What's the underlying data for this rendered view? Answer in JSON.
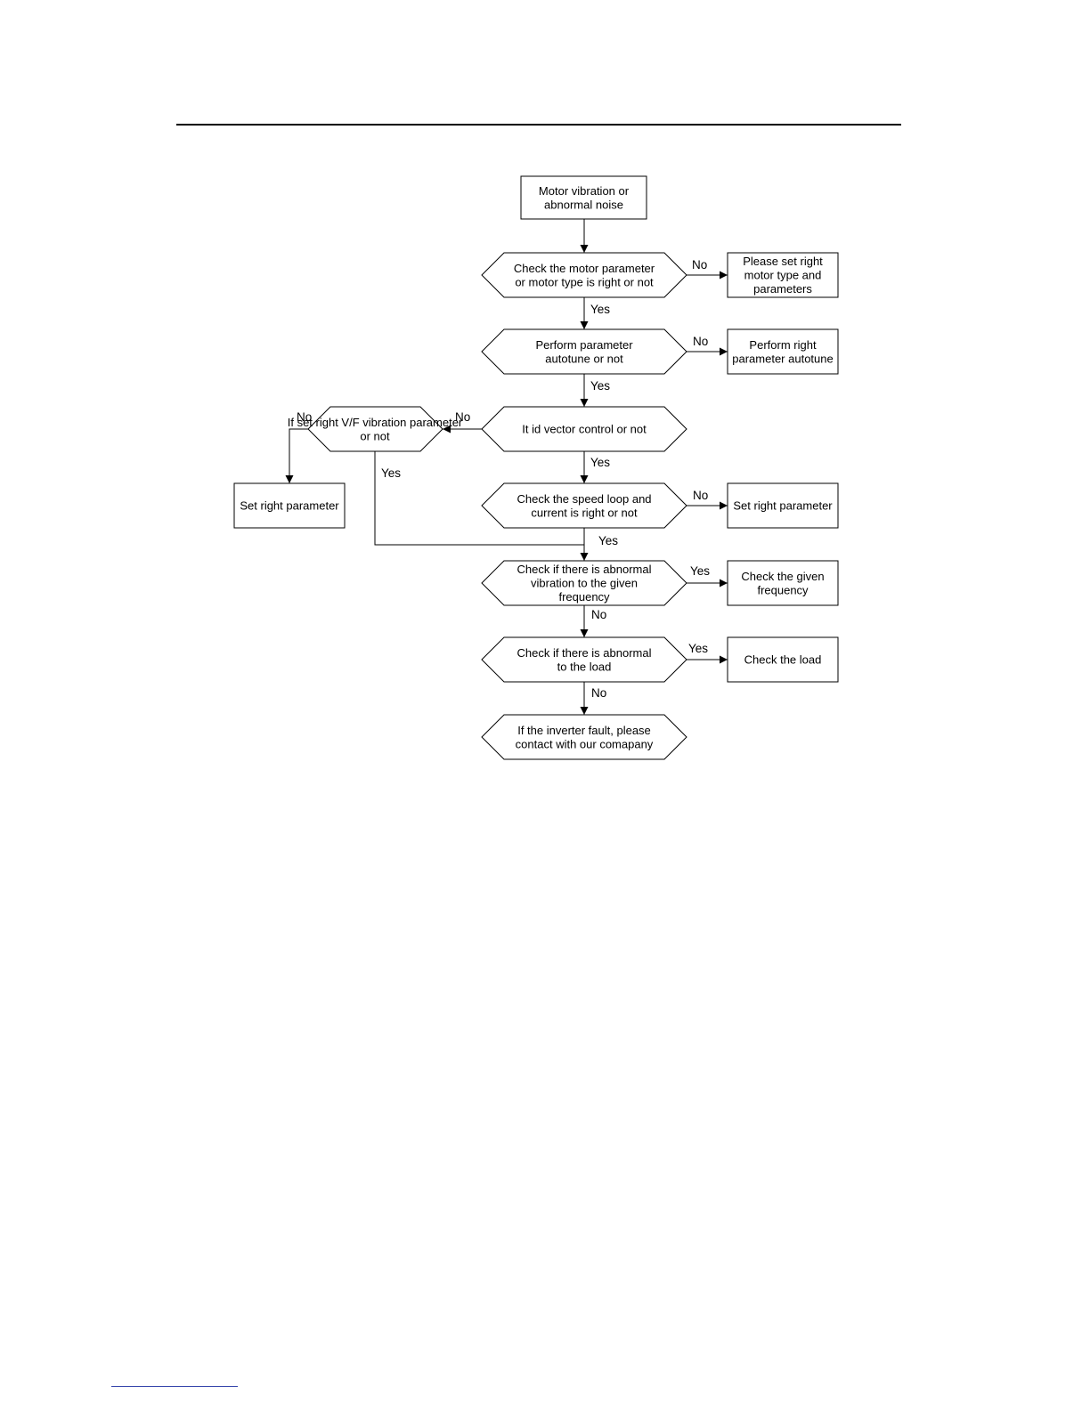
{
  "nodes": {
    "start": "Motor vibration or\nabnormal noise",
    "check_motor_param": "Check the motor parameter\nor motor type is right or not",
    "set_motor_type": "Please set right\nmotor type and\nparameters",
    "perform_autotune": "Perform parameter\nautotune or not",
    "do_autotune": "Perform right\nparameter autotune",
    "vector_control": "It id vector control or not",
    "vf_vibration": "If set right V/F vibration parameter\nor not",
    "set_param_left": "Set right parameter",
    "check_speed_loop": "Check the speed loop and\ncurrent is right or not",
    "set_param_right": "Set right parameter",
    "check_freq_vibration": "Check if there is abnormal\nvibration to the given\nfrequency",
    "check_given_freq": "Check the given\nfrequency",
    "check_load_abnormal": "Check if there is abnormal\nto the load",
    "check_load": "Check the load",
    "inverter_fault": "If the inverter fault, please\ncontact with our comapany"
  },
  "edge_labels": {
    "motor_no": "No",
    "motor_yes": "Yes",
    "autotune_no": "No",
    "autotune_yes": "Yes",
    "vector_no": "No",
    "vector_yes": "Yes",
    "vf_no": "No",
    "vf_yes": "Yes",
    "speed_no": "No",
    "speed_yes": "Yes",
    "freq_yes": "Yes",
    "freq_no": "No",
    "load_yes": "Yes",
    "load_no": "No"
  }
}
